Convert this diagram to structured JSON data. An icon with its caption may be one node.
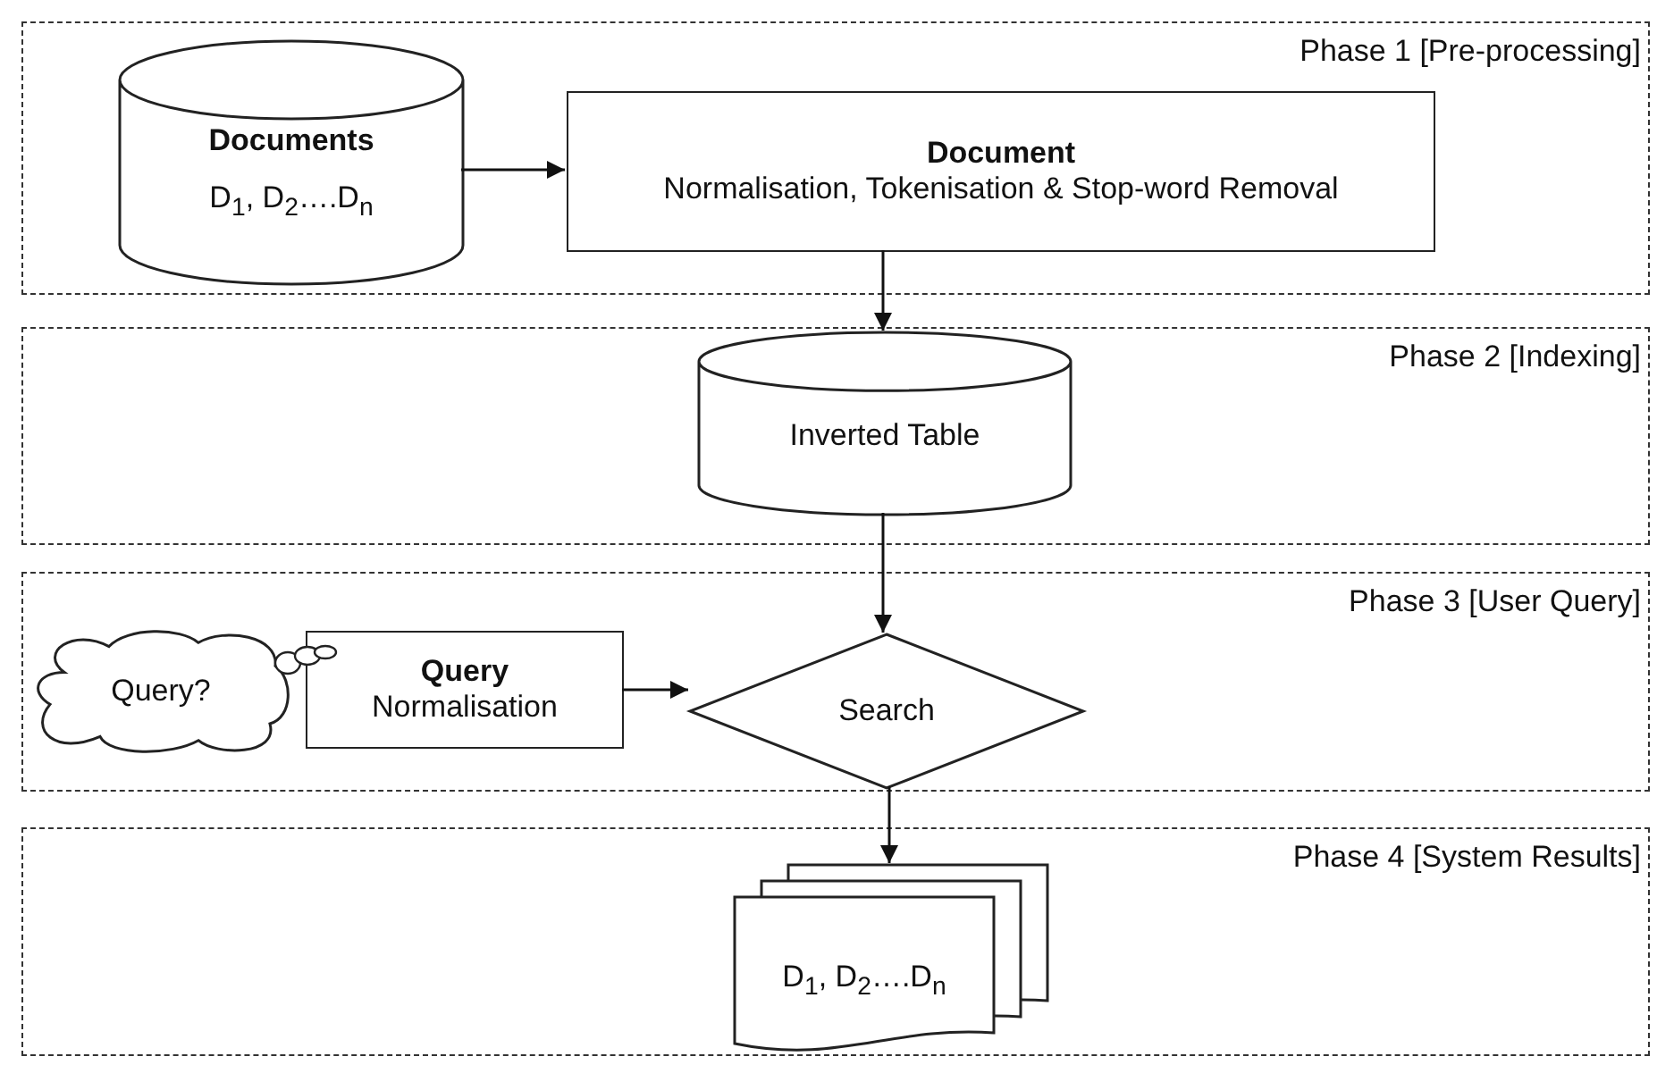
{
  "diagram": {
    "nodes": [
      {
        "text": [
          "Phase 1 [Pre-processing]"
        ]
      },
      {
        "text": [
          "Documents",
          "D$_{1}$, D$_{2}$….D$_{n}$"
        ],
        "in": 0
      },
      {
        "text": [
          "Document",
          "Normalisation, Tokenisation & Stop-word Removal"
        ],
        "in": 0
      },
      {
        "text": [
          "Phase 2 [Indexing]"
        ]
      },
      {
        "text": [
          "Inverted Table"
        ],
        "in": 3
      },
      {
        "text": [
          "Phase 3 [User Query]"
        ]
      },
      {
        "text": [
          "Query?"
        ],
        "in": 5
      },
      {
        "text": [
          "Query",
          "Normalisation"
        ],
        "in": 5
      },
      {
        "text": [
          "Search"
        ],
        "in": 5
      },
      {
        "text": [
          "Phase 4 [System Results]"
        ]
      },
      {
        "text": [
          "D$_{1}$, D$_{2}$….D$_{n}$"
        ],
        "in": 9
      }
    ],
    "edges": [
      {
        "from": 1,
        "to": 2,
        "arrow": "to"
      },
      {
        "from": 2,
        "to": 4,
        "arrow": "to"
      },
      {
        "from": 4,
        "to": 8,
        "arrow": "to"
      },
      {
        "from": 6,
        "to": 7,
        "arrow": "none"
      },
      {
        "from": 7,
        "to": 8,
        "arrow": "to"
      },
      {
        "from": 8,
        "to": 10,
        "arrow": "to"
      }
    ]
  }
}
